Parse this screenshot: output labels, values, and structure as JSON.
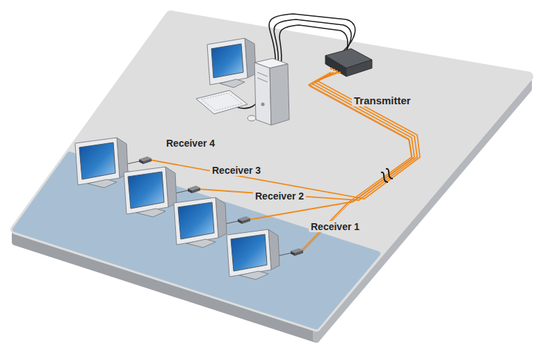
{
  "diagram": {
    "labels": [
      "Transmitter",
      "Receiver 4",
      "Receiver 3",
      "Receiver 2",
      "Receiver 1"
    ]
  }
}
